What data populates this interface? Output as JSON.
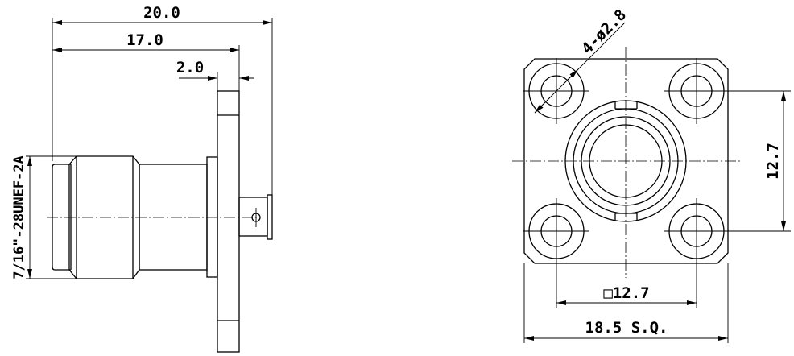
{
  "title": "Flange-mount connector drawing",
  "side_view": {
    "dim_overall_length": "20.0",
    "dim_body_length": "17.0",
    "dim_flange_thickness": "2.0",
    "thread_spec": "7/16\"-28UNEF-2A"
  },
  "front_view": {
    "dim_hole_diameter": "4-ø2.8",
    "dim_hole_spacing_vertical": "12.7",
    "dim_hole_spacing_square": "□12.7",
    "dim_flange_square": "18.5 S.Q."
  },
  "colors": {
    "line": "#000000",
    "background": "#ffffff"
  }
}
